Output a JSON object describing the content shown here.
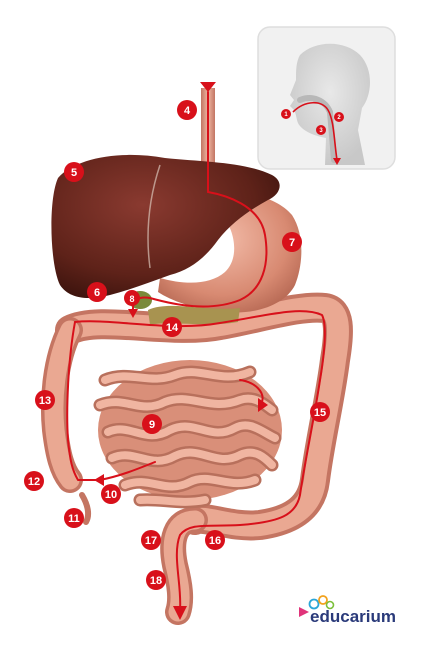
{
  "labels": {
    "l1": "1",
    "l2": "2",
    "l3": "3",
    "l4": "4",
    "l5": "5",
    "l6": "6",
    "l7": "7",
    "l8": "8",
    "l9": "9",
    "l10": "10",
    "l11": "11",
    "l12": "12",
    "l13": "13",
    "l14": "14",
    "l15": "15",
    "l16": "16",
    "l17": "17",
    "l18": "18"
  },
  "logo": {
    "part1": "edu",
    "part2": "carium"
  },
  "colors": {
    "path_red": "#d8101a",
    "liver": "#6e2a22",
    "stomach": "#e09a84",
    "intestine": "#e6a08a",
    "colon": "#dc9078",
    "logo_dark": "#2a3a7a",
    "logo_accent": "#e0347a"
  }
}
